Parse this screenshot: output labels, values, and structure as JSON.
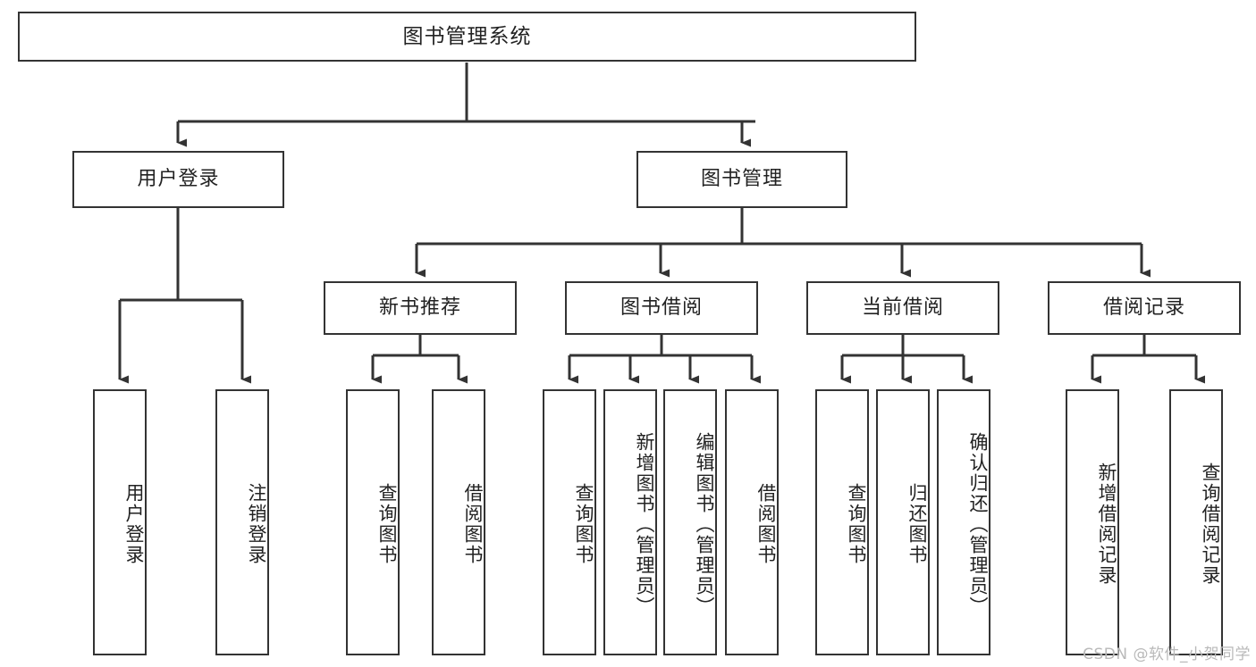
{
  "diagram": {
    "kind": "tree-hierarchy-chart",
    "root": {
      "label": "图书管理系统"
    },
    "level2": [
      {
        "label": "用户登录"
      },
      {
        "label": "图书管理"
      }
    ],
    "level3": [
      {
        "label": "新书推荐"
      },
      {
        "label": "图书借阅"
      },
      {
        "label": "当前借阅"
      },
      {
        "label": "借阅记录"
      }
    ],
    "leaves": {
      "user_login": [
        {
          "label": "用户登录"
        },
        {
          "label": "注销登录"
        }
      ],
      "new_book_recommend": [
        {
          "label": "查询图书"
        },
        {
          "label": "借阅图书"
        }
      ],
      "book_borrow": [
        {
          "label": "查询图书"
        },
        {
          "label": "新增图书（管理员）"
        },
        {
          "label": "编辑图书（管理员）"
        },
        {
          "label": "借阅图书"
        }
      ],
      "current_borrow": [
        {
          "label": "查询图书"
        },
        {
          "label": "归还图书"
        },
        {
          "label": "确认归还（管理员）"
        }
      ],
      "borrow_records": [
        {
          "label": "新增借阅记录"
        },
        {
          "label": "查询借阅记录"
        }
      ]
    },
    "watermark": "CSDN @软件_小贺同学",
    "colors": {
      "stroke": "#333333",
      "fill": "#ffffff",
      "text": "#222222",
      "watermark": "#b9b9b9"
    }
  }
}
